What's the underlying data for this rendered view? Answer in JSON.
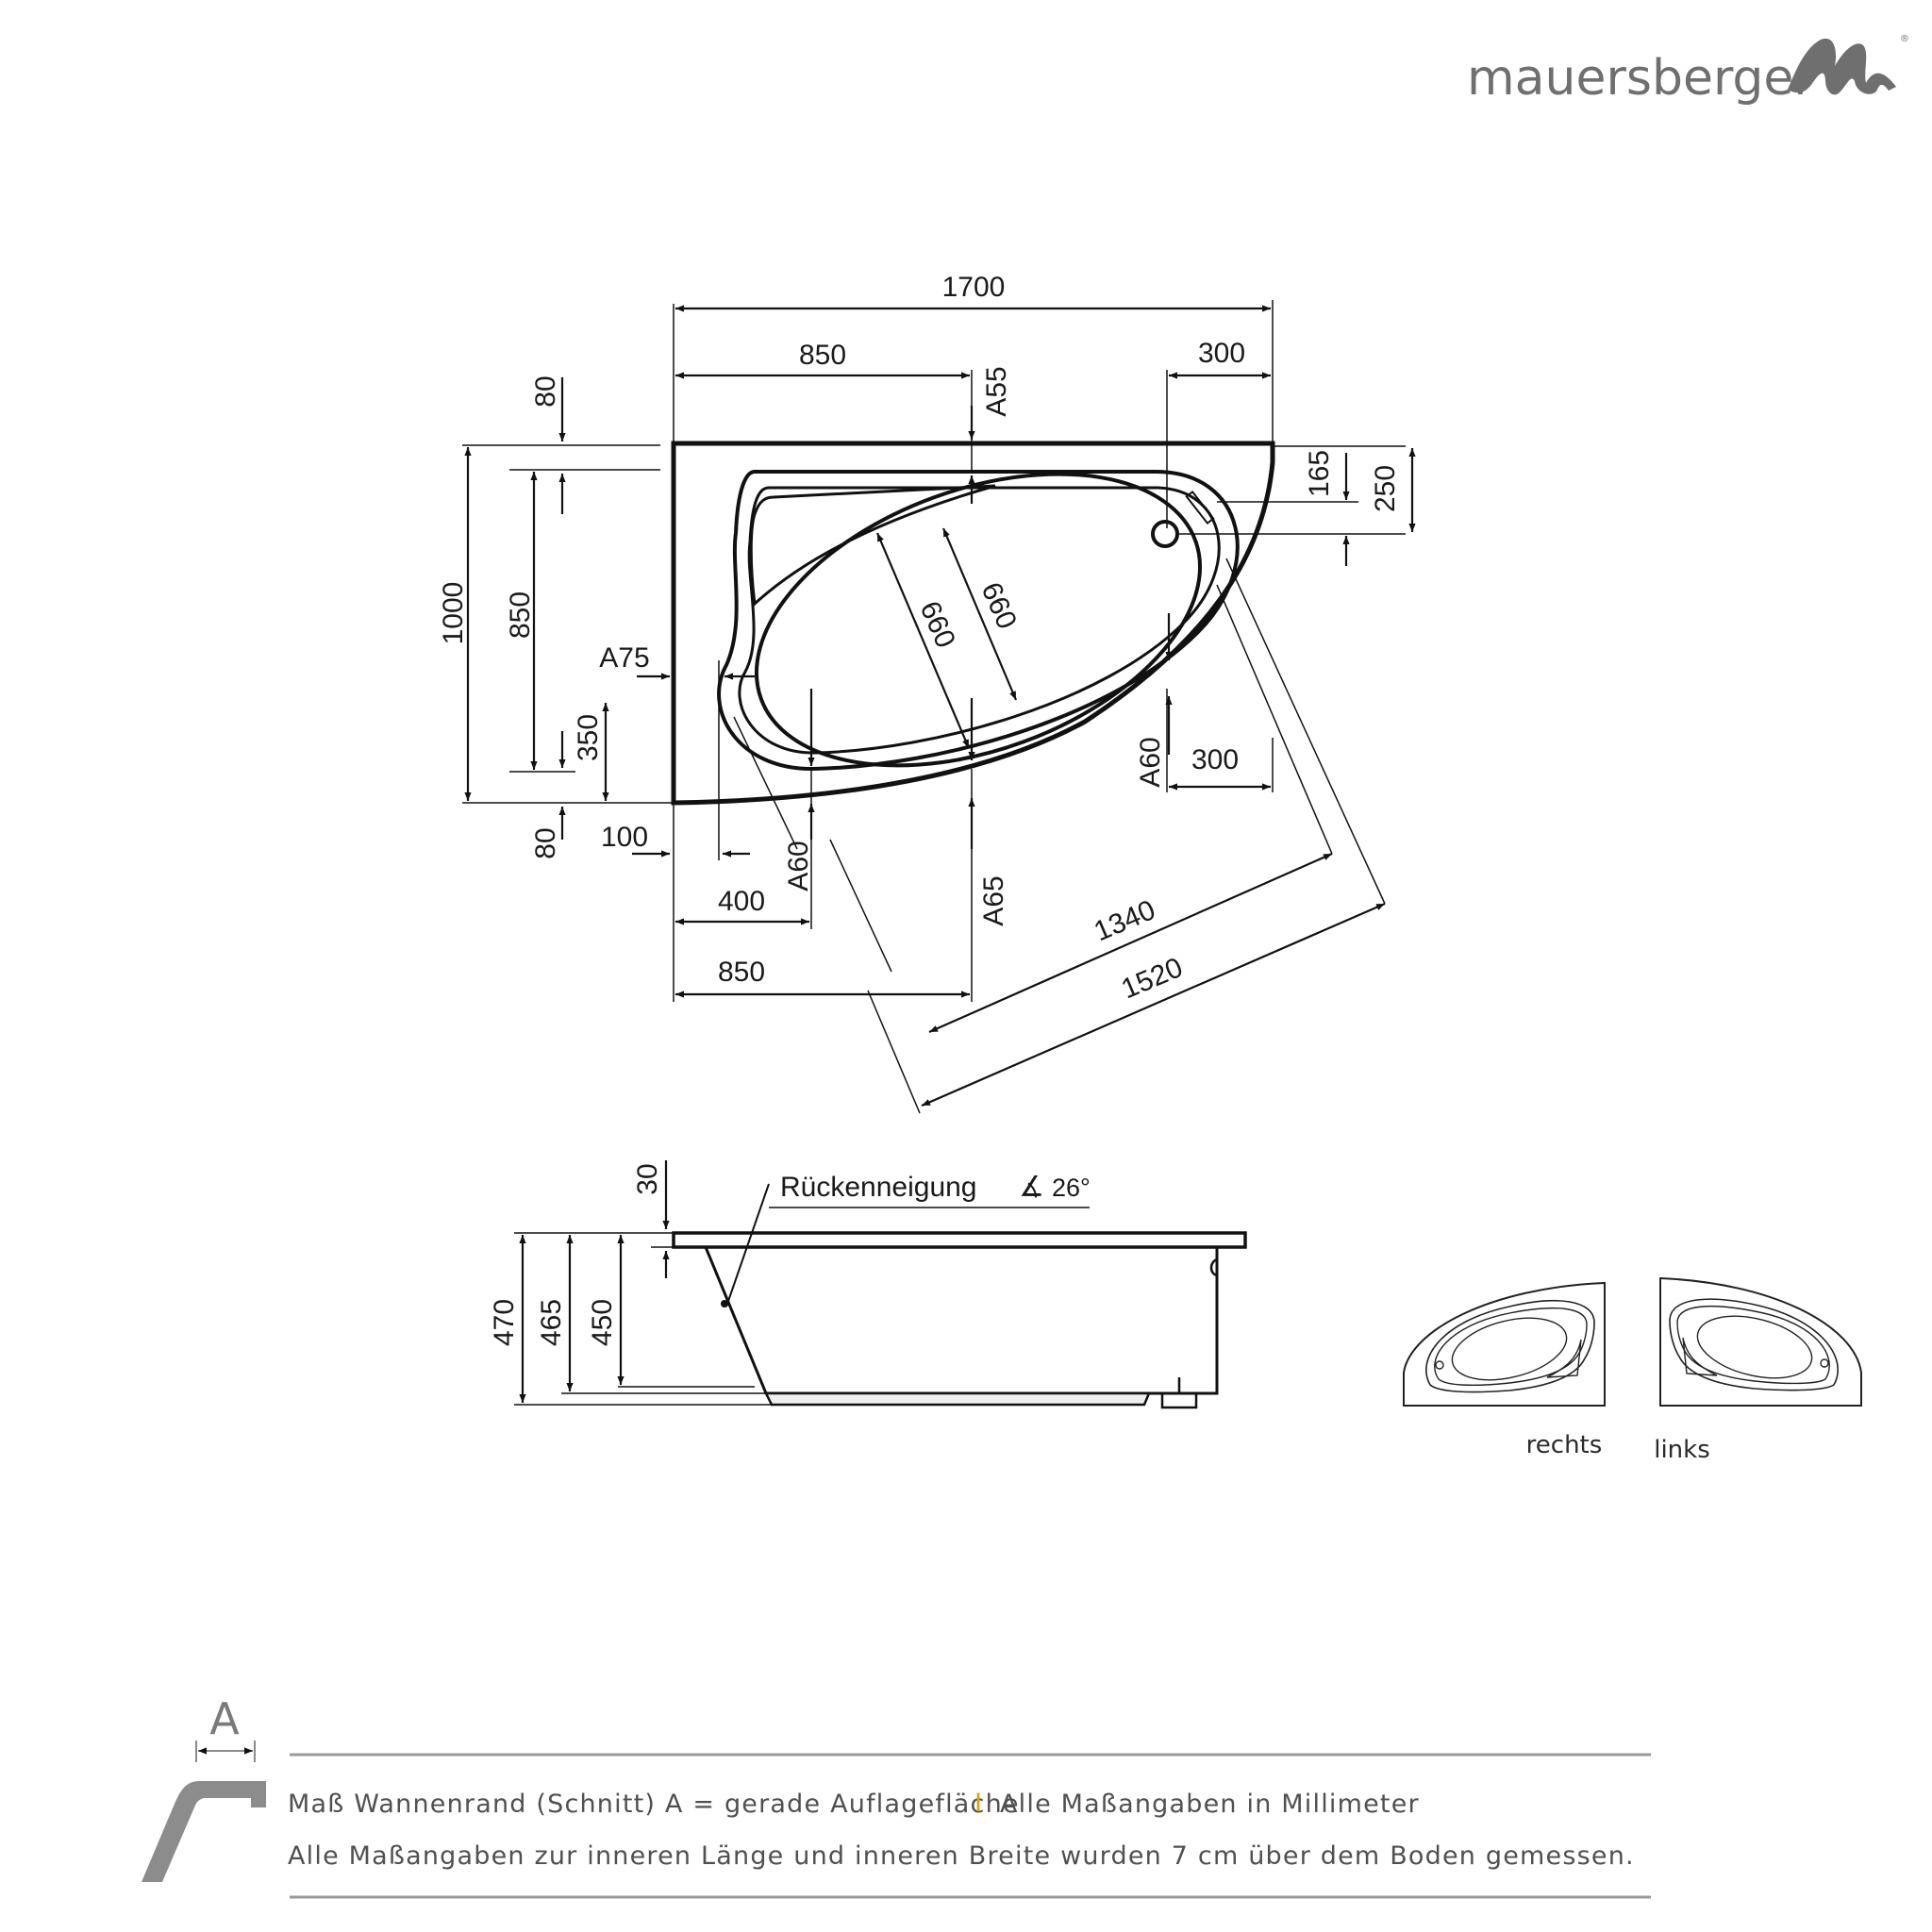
{
  "brand": {
    "name": "mauersberger",
    "registered": "®"
  },
  "plan_view": {
    "width_total": "1700",
    "width_top_inner": "850",
    "top_right": "300",
    "rim_top": "A55",
    "height_total": "1000",
    "height_inner": "850",
    "rim_top_left": "80",
    "rim_bottom_left": "80",
    "rim_left": "A75",
    "left_offset": "350",
    "bottom_left_offset": "100",
    "bottom_400": "400",
    "bottom_850": "850",
    "rim_bottom_left_diag": "A60",
    "rim_bottom": "A65",
    "rim_right": "A60",
    "right_300": "300",
    "drain_165": "165",
    "drain_250": "250",
    "inner_width_a": "660",
    "inner_width_b": "660",
    "inner_length": "1340",
    "outer_length": "1520"
  },
  "side_view": {
    "back_angle_label": "Rückenneigung",
    "angle_symbol": "∡",
    "back_angle_value": "26°",
    "rim_thickness": "30",
    "height_470": "470",
    "height_465": "465",
    "height_450": "450"
  },
  "variants": {
    "right": "rechts",
    "left": "links"
  },
  "legend": {
    "symbol": "A"
  },
  "footer": {
    "line1_a": "Maß Wannenrand (Schnitt) A = gerade Auflagefläche",
    "separator": "I",
    "line1_b": "Alle Maßangaben in Millimeter",
    "line2": "Alle Maßangaben zur inneren Länge und inneren Breite wurden 7 cm über dem Boden gemessen."
  },
  "colors": {
    "ink": "#111111",
    "brand_gray": "#6f6f6f",
    "separator": "#d9a400",
    "rule_gray": "#9a9a9a"
  }
}
